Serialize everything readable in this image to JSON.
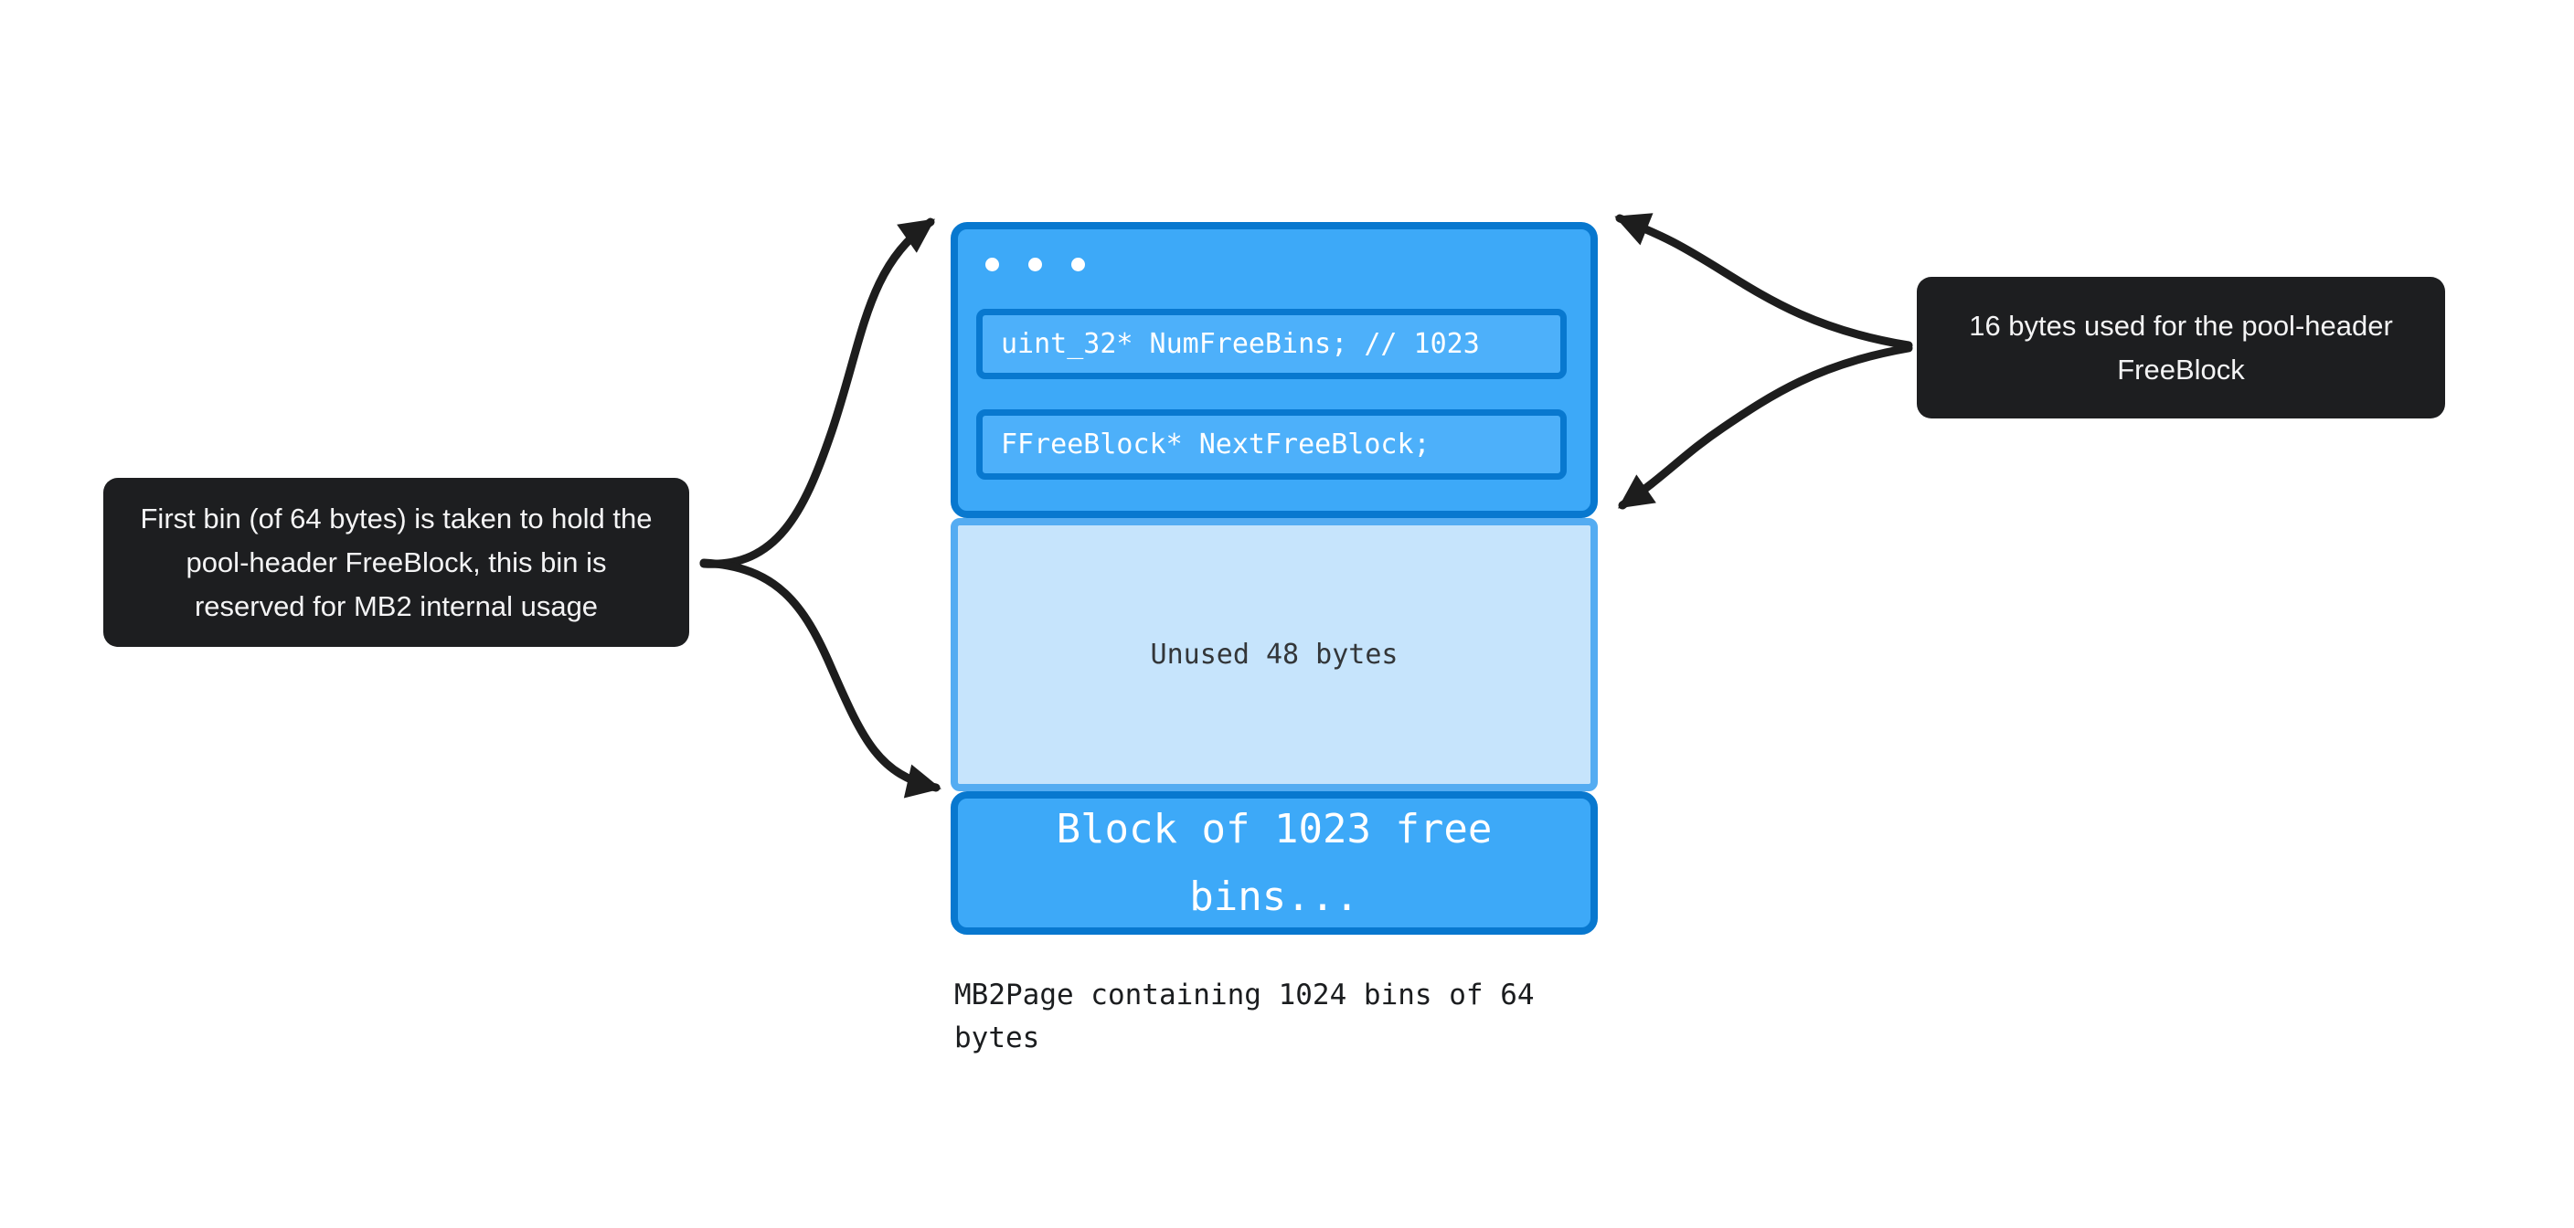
{
  "colors": {
    "bg": "#ffffff",
    "border_blue": "#0878CF",
    "fill_blue": "#3DA9F8",
    "field_fill": "#4DB0FA",
    "unused_border": "#54ACF2",
    "unused_fill": "#C6E4FC",
    "callout_bg": "#1D1E20",
    "callout_text": "#F4F4F5",
    "ink": "#1D1D1D",
    "code_white": "#FFFFFF",
    "unused_text": "#333639",
    "caption_text": "#1B1D1F"
  },
  "block": {
    "header": {
      "dots_icon": "ellipsis-dots",
      "fields": [
        {
          "text": "uint_32* NumFreeBins; // 1023"
        },
        {
          "text": "FFreeBlock* NextFreeBlock;"
        }
      ]
    },
    "unused": {
      "label": "Unused 48 bytes"
    },
    "free_bins": {
      "label": "Block of 1023 free bins..."
    },
    "caption": "MB2Page containing 1024 bins of 64 bytes"
  },
  "callouts": {
    "left": {
      "text": "First bin (of 64 bytes) is taken to hold the pool-header FreeBlock, this bin is reserved for MB2 internal usage"
    },
    "right": {
      "text": "16 bytes used for the pool-header FreeBlock"
    }
  }
}
